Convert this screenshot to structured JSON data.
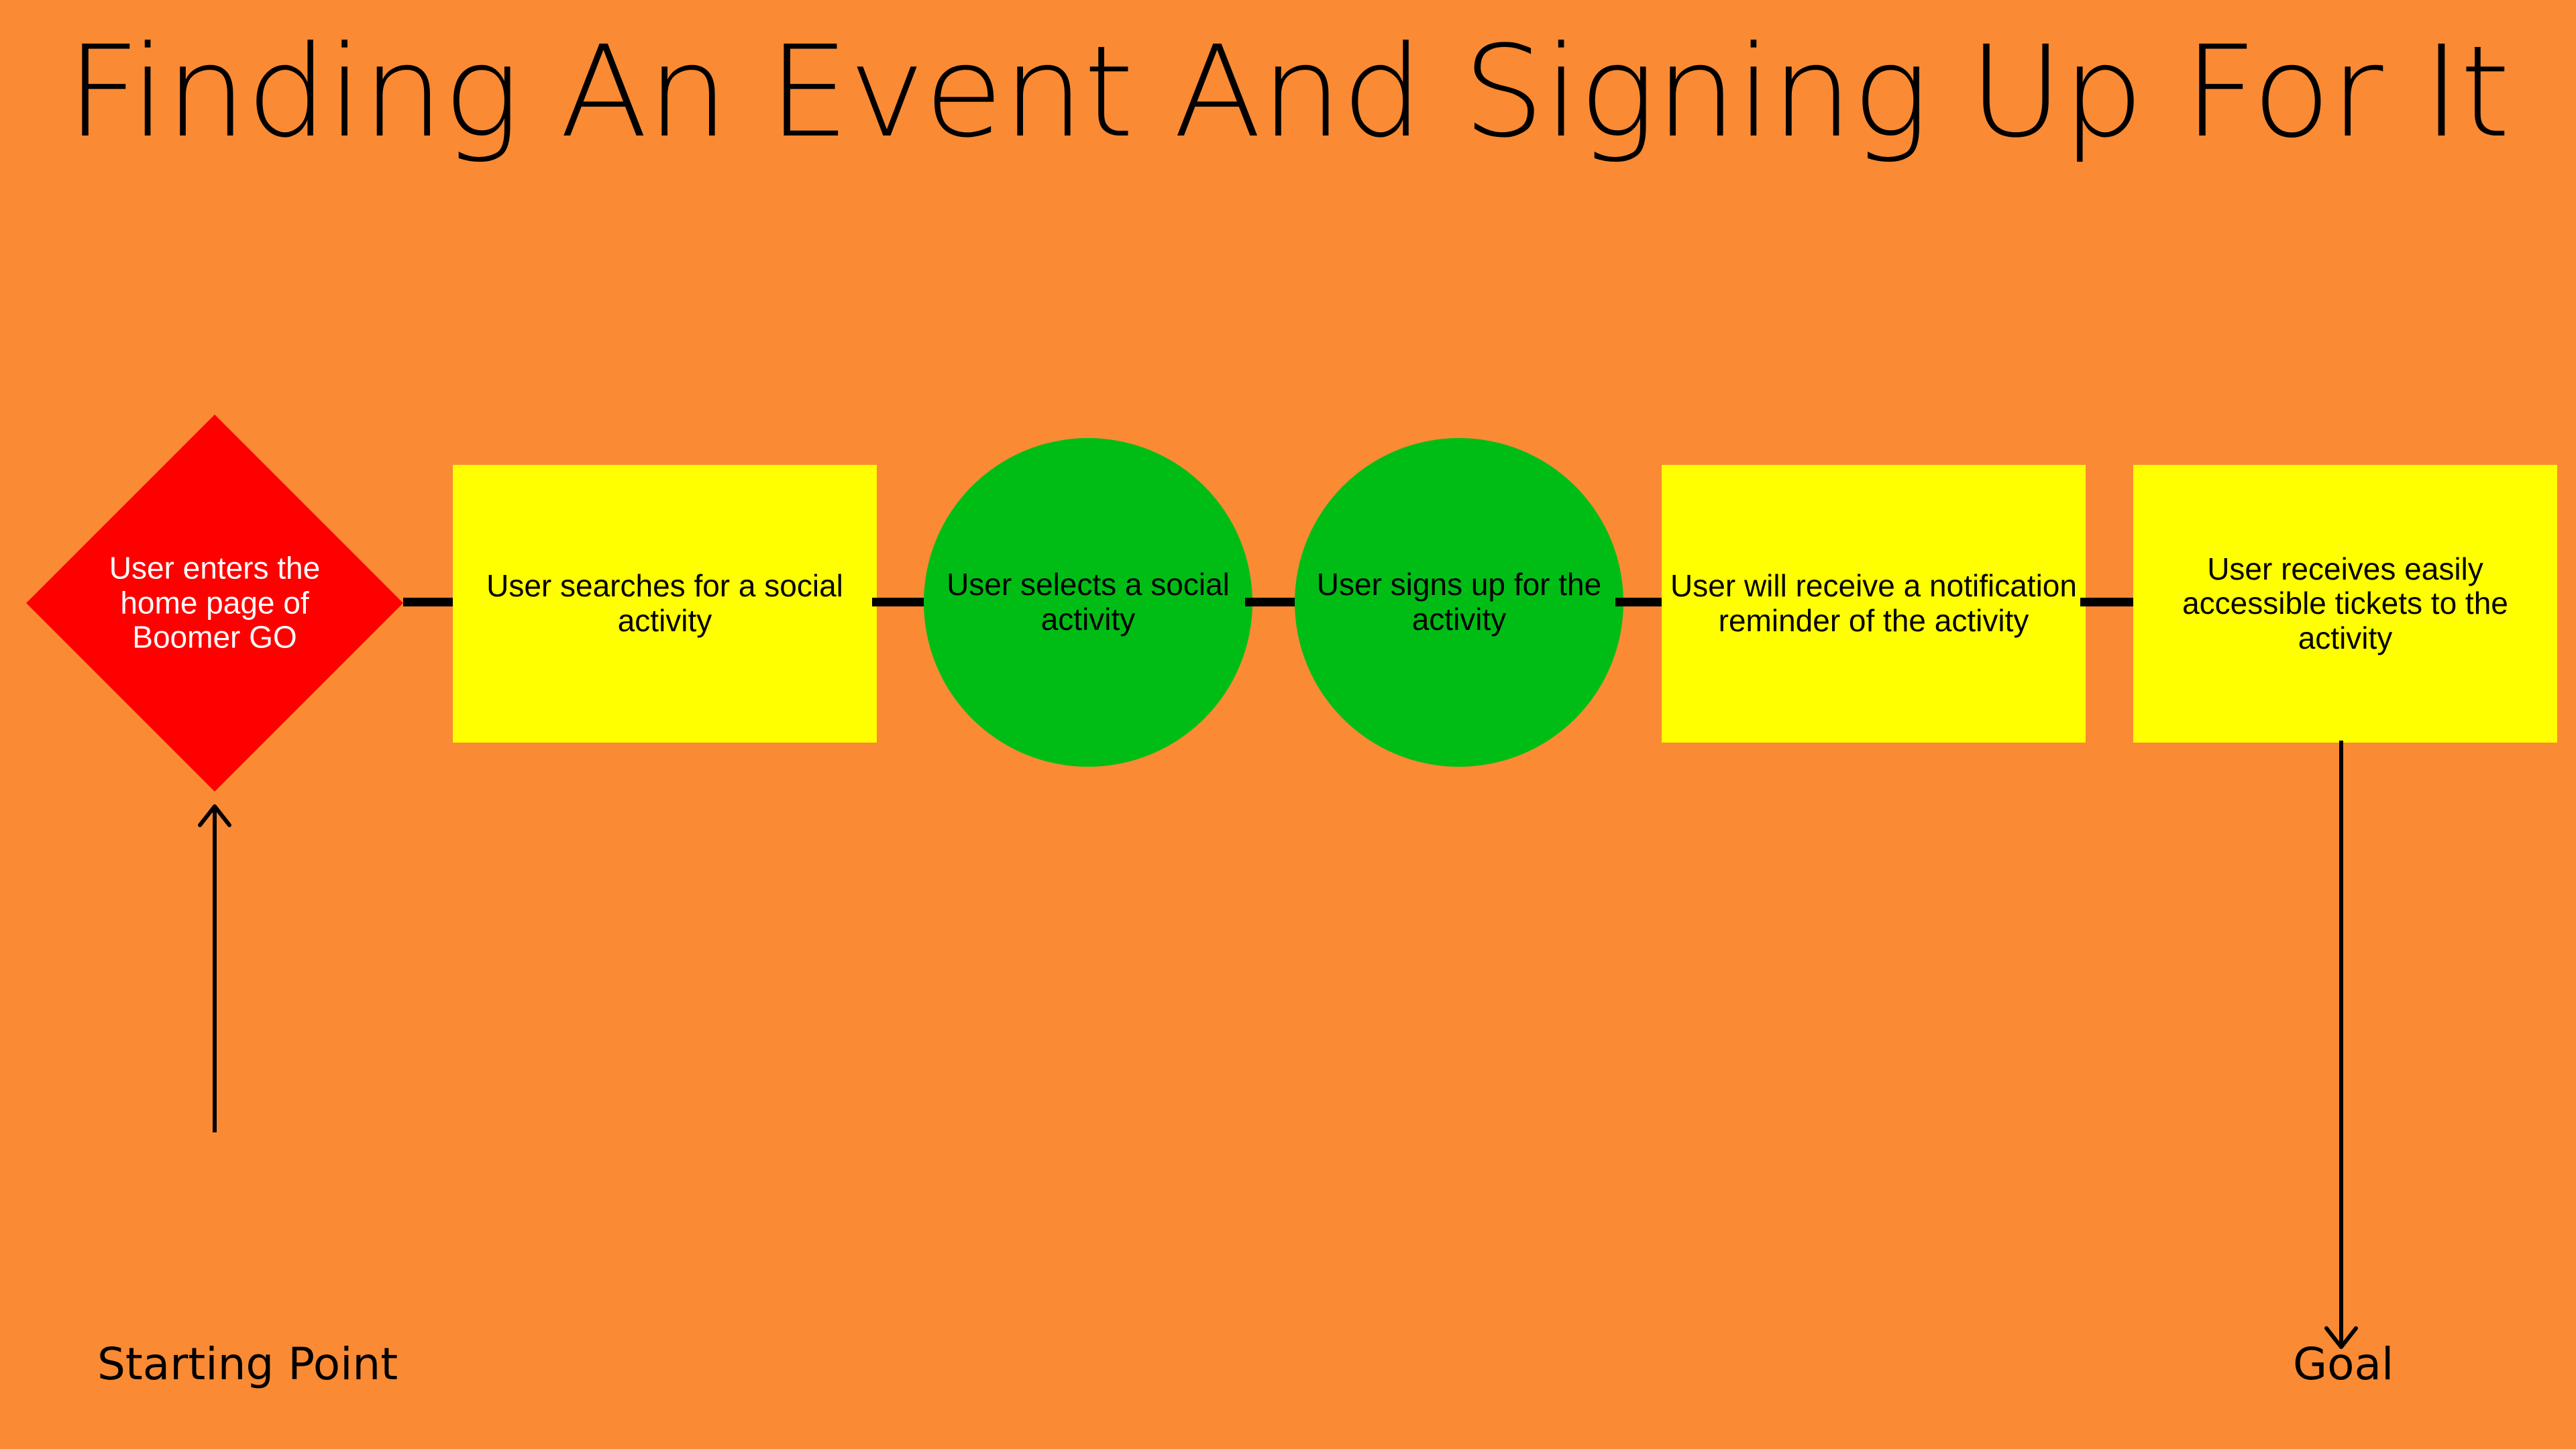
{
  "title": "Finding An Event And Signing Up For It",
  "colors": {
    "background": "#fa8a33",
    "start_shape": "#ff0000",
    "process_shape": "#ffff00",
    "action_shape": "#00bd16",
    "connector": "#000000",
    "start_text": "#ffffff",
    "body_text": "#000000"
  },
  "flow": {
    "nodes": [
      {
        "id": "start",
        "shape": "diamond",
        "label": "User enters the home page of Boomer GO",
        "fill": "#ff0000",
        "text_color": "#ffffff"
      },
      {
        "id": "search",
        "shape": "rectangle",
        "label": "User searches for a social activity",
        "fill": "#ffff00",
        "text_color": "#000000"
      },
      {
        "id": "select",
        "shape": "circle",
        "label": "User selects a social activity",
        "fill": "#00bd16",
        "text_color": "#000000"
      },
      {
        "id": "signup",
        "shape": "circle",
        "label": "User signs up for the activity",
        "fill": "#00bd16",
        "text_color": "#000000"
      },
      {
        "id": "reminder",
        "shape": "rectangle",
        "label": "User will receive a notification reminder of the activity",
        "fill": "#ffff00",
        "text_color": "#000000"
      },
      {
        "id": "tickets",
        "shape": "rectangle",
        "label": "User receives easily accessible tickets to the activity",
        "fill": "#ffff00",
        "text_color": "#000000"
      }
    ],
    "connector_count": 5
  },
  "annotations": [
    {
      "id": "starting-point",
      "label": "Starting Point",
      "arrow_direction": "up",
      "points_to": "start"
    },
    {
      "id": "goal",
      "label": "Goal",
      "arrow_direction": "down",
      "points_from": "tickets"
    }
  ]
}
